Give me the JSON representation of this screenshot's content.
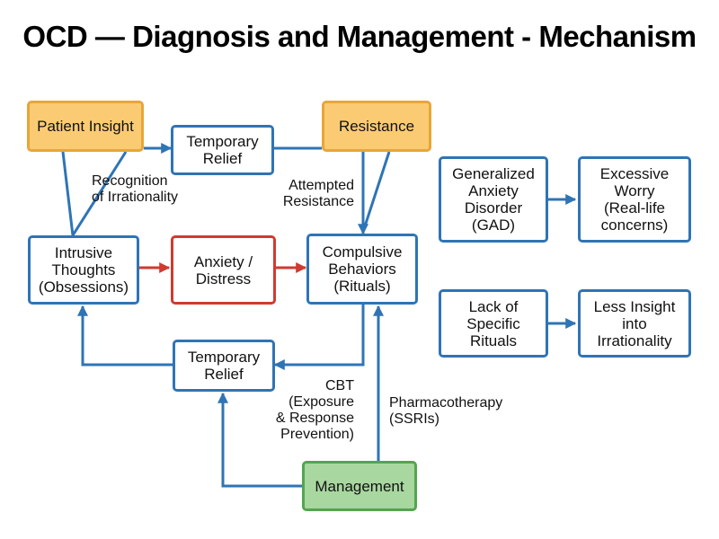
{
  "title": "OCD — Diagnosis and Management - Mechanism",
  "nodes": {
    "patient_insight": "Patient Insight",
    "temporary_relief_top": "Temporary\nRelief",
    "resistance": "Resistance",
    "intrusive_thoughts": "Intrusive\nThoughts\n(Obsessions)",
    "anxiety_distress": "Anxiety /\nDistress",
    "compulsive_behaviors": "Compulsive\nBehaviors\n(Rituals)",
    "temporary_relief_bottom": "Temporary\nRelief",
    "management": "Management",
    "gad": "Generalized\nAnxiety\nDisorder\n(GAD)",
    "excessive_worry": "Excessive\nWorry\n(Real-life\nconcerns)",
    "lack_of_rituals": "Lack of\nSpecific\nRituals",
    "less_insight": "Less Insight\ninto\nIrrationality"
  },
  "labels": {
    "recognition": "Recognition\nof Irrationality",
    "attempted_resistance": "Attempted\nResistance",
    "cbt": "CBT\n(Exposure\n& Response\nPrevention)",
    "pharmacotherapy": "Pharmacotherapy\n(SSRIs)"
  },
  "colors": {
    "blue": "#2f74b5",
    "red": "#d13a30",
    "orange": "#fbcb73",
    "green": "#a9d7a0"
  }
}
